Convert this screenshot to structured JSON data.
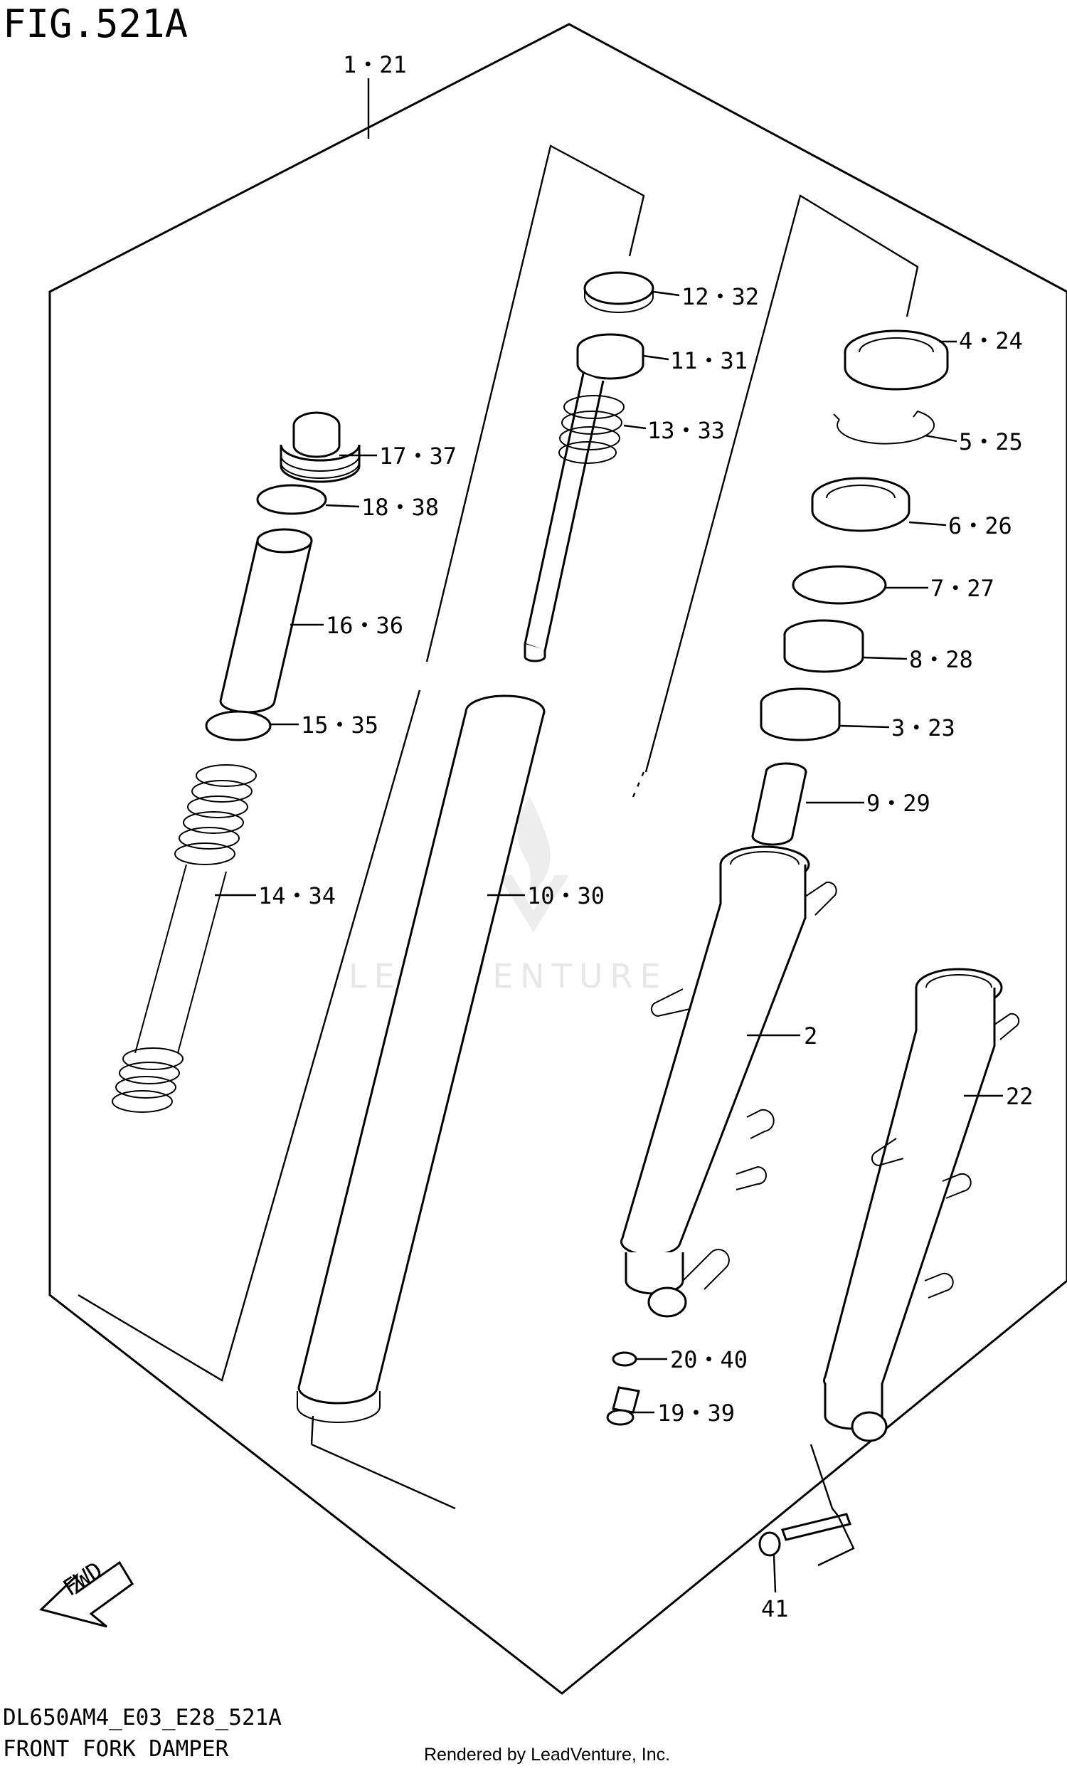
{
  "figure": {
    "title": "FIG.521A",
    "model_code": "DL650AM4_E03_E28_521A",
    "subtitle": "FRONT FORK DAMPER",
    "render_note": "Rendered by LeadVenture, Inc.",
    "watermark": "LEADVENTURE",
    "fwd_label": "FWD"
  },
  "assembly_label": "1・21",
  "callouts": [
    {
      "id": "p12",
      "label": "12・32"
    },
    {
      "id": "p11",
      "label": "11・31"
    },
    {
      "id": "p13",
      "label": "13・33"
    },
    {
      "id": "p4",
      "label": "4・24"
    },
    {
      "id": "p5",
      "label": "5・25"
    },
    {
      "id": "p6",
      "label": "6・26"
    },
    {
      "id": "p7",
      "label": "7・27"
    },
    {
      "id": "p8",
      "label": "8・28"
    },
    {
      "id": "p3",
      "label": "3・23"
    },
    {
      "id": "p9",
      "label": "9・29"
    },
    {
      "id": "p17",
      "label": "17・37"
    },
    {
      "id": "p18",
      "label": "18・38"
    },
    {
      "id": "p16",
      "label": "16・36"
    },
    {
      "id": "p15",
      "label": "15・35"
    },
    {
      "id": "p14",
      "label": "14・34"
    },
    {
      "id": "p10",
      "label": "10・30"
    },
    {
      "id": "p2",
      "label": "2"
    },
    {
      "id": "p22",
      "label": "22"
    },
    {
      "id": "p20",
      "label": "20・40"
    },
    {
      "id": "p19",
      "label": "19・39"
    },
    {
      "id": "p41",
      "label": "41"
    }
  ]
}
